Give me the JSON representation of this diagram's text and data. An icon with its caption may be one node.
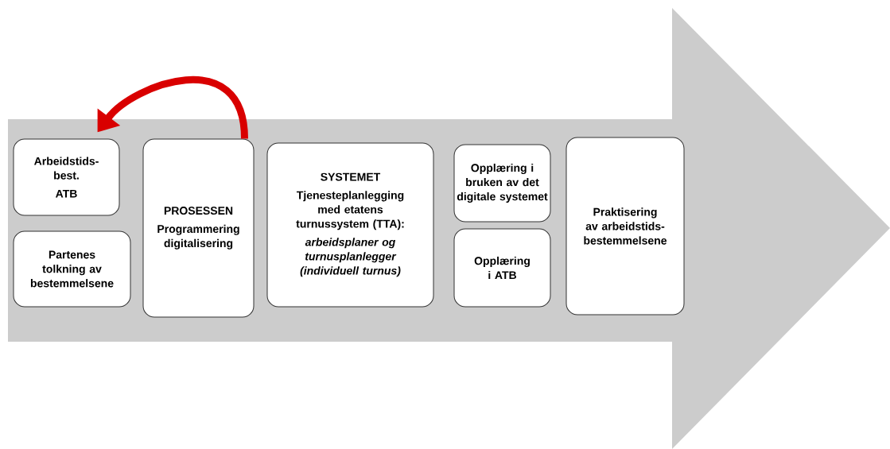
{
  "diagram": {
    "nodes": [
      {
        "text": [
          "Arbeidstids- best.",
          "ATB"
        ]
      },
      {
        "text": [
          "Partenes tolkning av bestemmelsene"
        ]
      },
      {
        "text": [
          "PROSESSEN",
          "Programmering digitalisering"
        ]
      },
      {
        "text": [
          "SYSTEMET",
          "Tjenesteplanlegging med etatens turnussystem (TTA):",
          "arbeidsplaner og turnusplanlegger (individuell turnus)"
        ]
      },
      {
        "text": [
          "Opplæring i bruken av det digitale systemet"
        ]
      },
      {
        "text": [
          "Opplæring i ATB"
        ]
      },
      {
        "text": [
          "Praktisering av arbeidstids- bestemmelsene"
        ]
      }
    ],
    "edges": [
      {
        "from": 2,
        "to": 0,
        "arrow": "to"
      }
    ]
  }
}
